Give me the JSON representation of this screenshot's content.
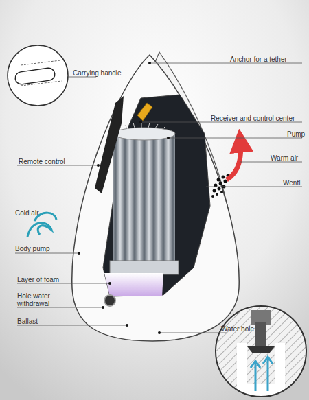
{
  "diagram": {
    "labels": [
      "Carrying handle",
      "Anchor for a tether",
      "Receiver and control center",
      "Pump",
      "Remote control",
      "Warm air",
      "Wentl",
      "Cold air",
      "Body pump",
      "Layer of foam",
      "Hole water withdrawal",
      "Ballast",
      "Water hole"
    ]
  }
}
